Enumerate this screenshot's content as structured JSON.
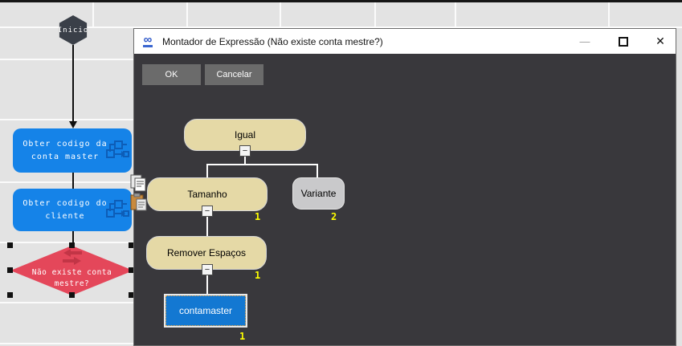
{
  "window": {
    "title": "Montador de Expressão (Não existe conta mestre?)",
    "controls": {
      "minimize": "—",
      "close": "✕"
    }
  },
  "toolbar": {
    "ok_label": "OK",
    "cancel_label": "Cancelar"
  },
  "flowchart": {
    "start": {
      "label": "Inicio"
    },
    "steps": [
      {
        "label": "Obter codigo da conta master"
      },
      {
        "label": "Obter codigo do cliente"
      }
    ],
    "decision": {
      "label": "Não existe conta mestre?",
      "selected": true
    }
  },
  "tree": {
    "collapse_glyph": "−",
    "nodes": {
      "igual": {
        "label": "Igual"
      },
      "tamanho": {
        "label": "Tamanho",
        "index": "1"
      },
      "variante": {
        "label": "Variante",
        "index": "2"
      },
      "remover": {
        "label": "Remover Espaços",
        "index": "1"
      },
      "contamaster": {
        "label": "contamaster",
        "index": "1"
      }
    }
  },
  "colors": {
    "process_blue": "#1583e8",
    "decision_red": "#e4475a",
    "node_tan": "#e5d9a6",
    "node_gray": "#c9c9cb",
    "field_blue": "#1378d2",
    "dialog_bg": "#39383c",
    "arg_yellow": "#ffff00"
  }
}
